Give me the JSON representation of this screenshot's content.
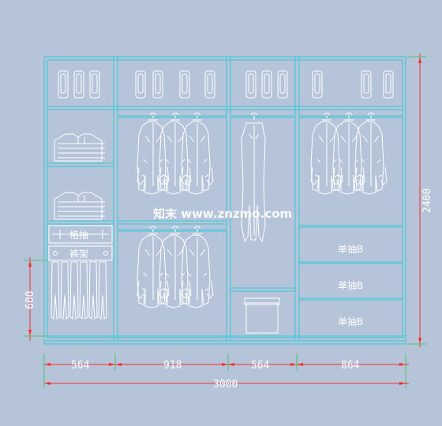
{
  "labels": {
    "pull_rod": "格抽",
    "trouser_rack": "裤架",
    "drawer_1": "单抽B",
    "drawer_2": "单抽B",
    "drawer_3": "单抽B"
  },
  "dimensions": {
    "bay_1": "564",
    "bay_2": "918",
    "bay_3": "564",
    "bay_4": "864",
    "total_width": "3000",
    "total_height": "2400",
    "lower_height": "600"
  },
  "watermark": "知末 www.znzmo.com",
  "colors": {
    "background": "#b5c4d9",
    "cabinet_lines": "#35c8d6",
    "dimension_lines": "#ff2a2a",
    "garments": "#ffffff",
    "dimension_text": "#ffffff"
  }
}
